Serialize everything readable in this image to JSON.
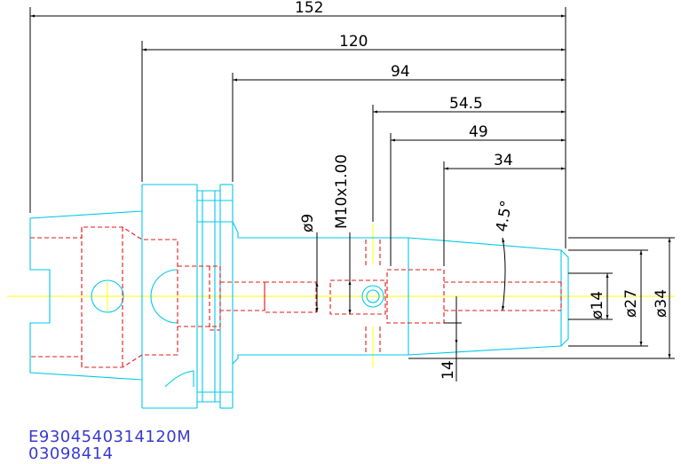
{
  "dimensions": {
    "overall_length": "152",
    "flange_length": "120",
    "shank_length": "94",
    "bore_depth": "54.5",
    "clamp_bore_depth": "49",
    "tool_bore_depth": "34",
    "taper_angle": "4.5°",
    "screw_diameter": "ø9",
    "thread": "M10x1.00",
    "bore_diameter": "ø14",
    "nose_diameter_small": "ø27",
    "nose_diameter_large": "ø34",
    "offset": "14"
  },
  "title_block": {
    "part_number": "E9304540314120M",
    "drawing_number": "03098414"
  },
  "colors": {
    "outline": "#00c8e8",
    "hidden": "#e01818",
    "centerline": "#ffff00",
    "dimension": "#000000",
    "text_code": "#3a3acf"
  }
}
